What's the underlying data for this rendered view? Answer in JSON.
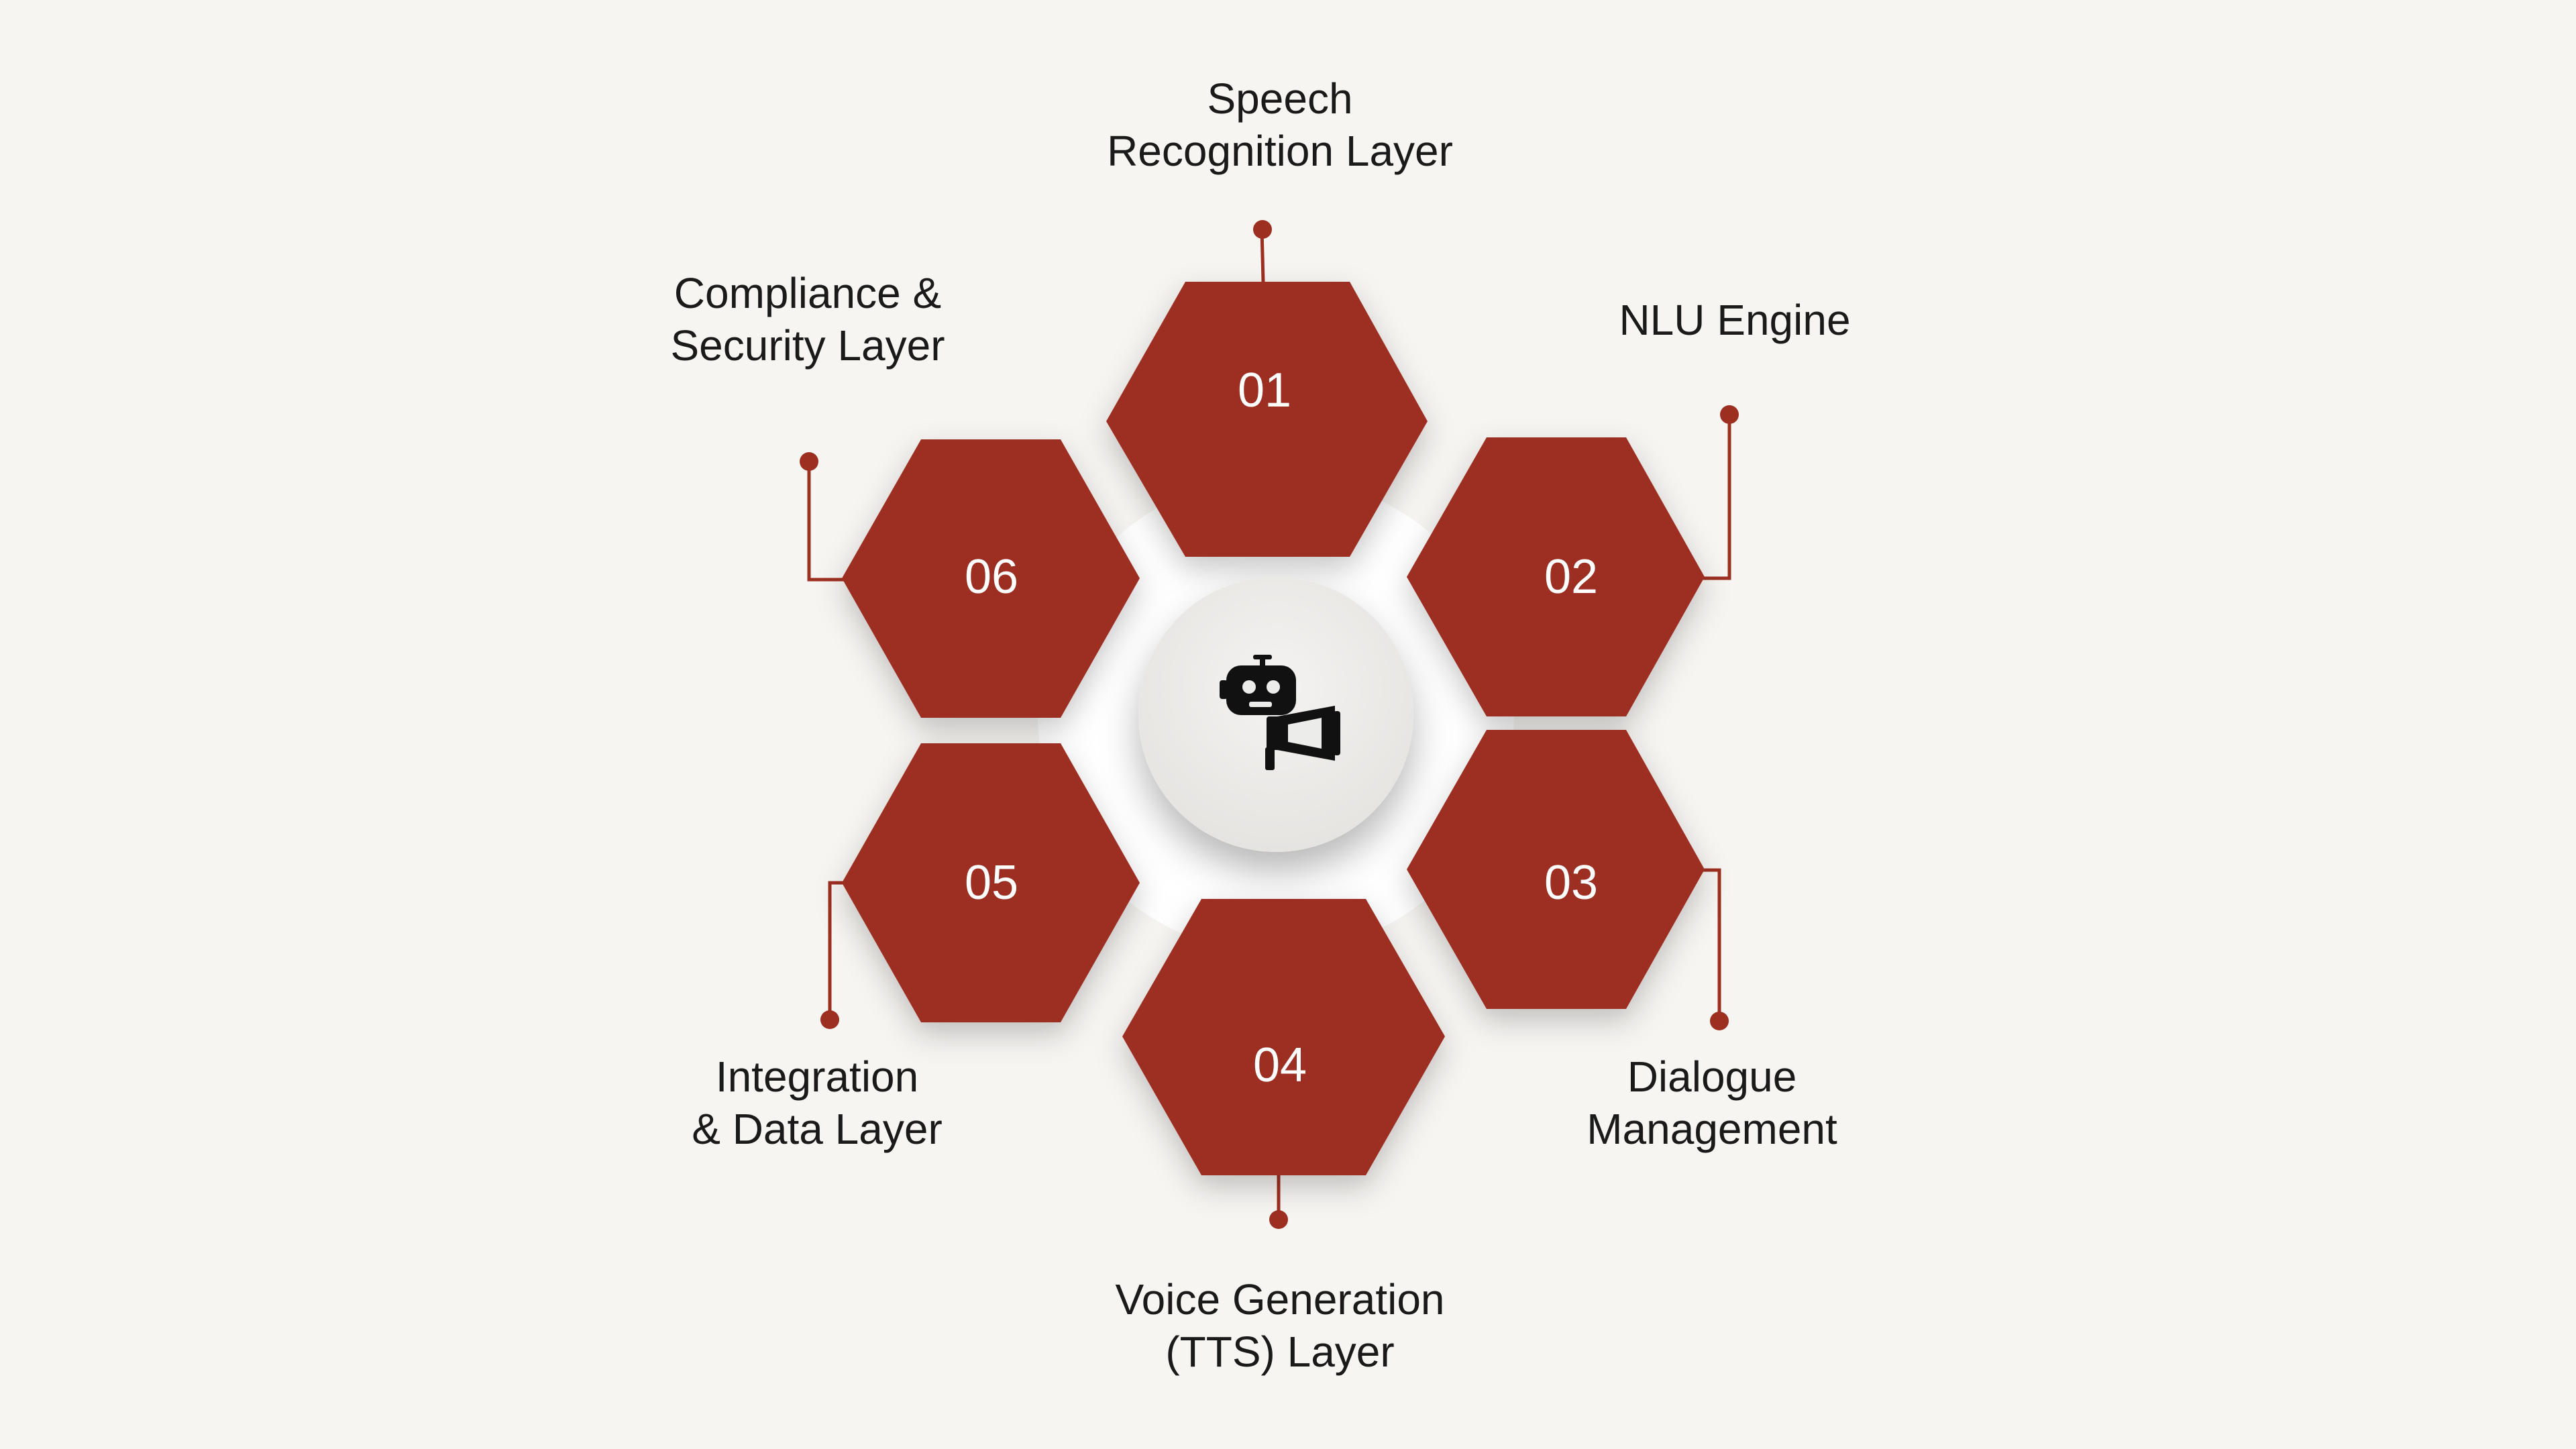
{
  "colors": {
    "background": "#f7f5f2",
    "hex_fill": "#9d2f21",
    "connector": "#9d2f21",
    "ring": "#ffffff",
    "hub": "#eeedeb",
    "icon": "#111111",
    "number_text": "#ffffff"
  },
  "center": {
    "icon": "robot-megaphone-icon"
  },
  "segments": [
    {
      "number": "01",
      "label_lines": [
        "Speech",
        "Recognition Layer"
      ]
    },
    {
      "number": "02",
      "label_lines": [
        "NLU Engine"
      ]
    },
    {
      "number": "03",
      "label_lines": [
        "Dialogue",
        "Management"
      ]
    },
    {
      "number": "04",
      "label_lines": [
        "Voice Generation",
        "(TTS) Layer"
      ]
    },
    {
      "number": "05",
      "label_lines": [
        "Integration",
        "& Data Layer"
      ]
    },
    {
      "number": "06",
      "label_lines": [
        "Compliance &",
        "Security Layer"
      ]
    }
  ]
}
